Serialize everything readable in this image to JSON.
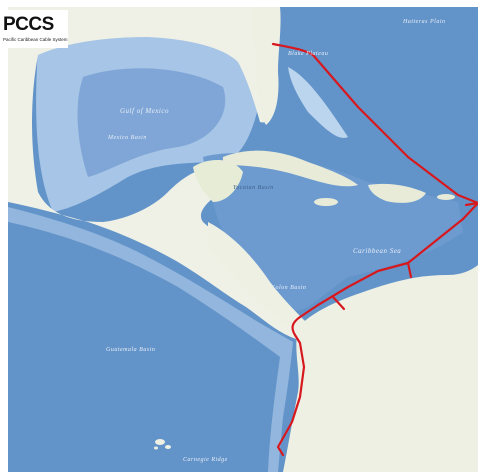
{
  "logo": {
    "text": "PCCS",
    "subtitle": "Pacific Caribbean Cable System"
  },
  "map_labels": {
    "hatteras_plain": "Hatteras Plain",
    "blake_plateau": "Blake Plateau",
    "gulf_of_mexico": "Gulf of Mexico",
    "mexico_basin": "Mexico Basin",
    "yucatan_basin": "Yucatan Basin",
    "caribbean_sea": "Caribbean Sea",
    "colon_basin": "Colon Basin",
    "guatemala_basin": "Guatemala Basin",
    "carnegie_ridge": "Carnegie Ridge"
  },
  "colors": {
    "ocean_deep": "#5f8fc6",
    "ocean_shelf": "#a9c8e8",
    "land": "#eef0e4",
    "cable": "#d7191f"
  }
}
